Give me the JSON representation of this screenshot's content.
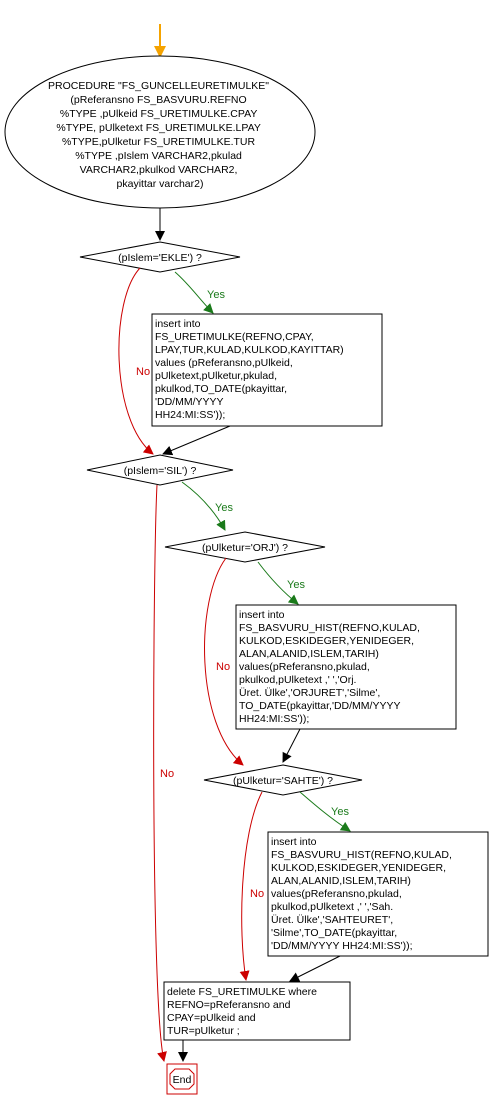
{
  "procedure": {
    "lines": [
      "PROCEDURE  \"FS_GUNCELLEURETIMULKE\"",
      "(pReferansno FS_BASVURU.REFNO",
      "%TYPE ,pUlkeid FS_URETIMULKE.CPAY",
      "%TYPE, pUlketext FS_URETIMULKE.LPAY",
      "%TYPE,pUlketur FS_URETIMULKE.TUR",
      "%TYPE ,pIslem VARCHAR2,pkulad",
      "VARCHAR2,pkulkod VARCHAR2,",
      "pkayittar  varchar2)"
    ]
  },
  "decisions": {
    "ekle": "(pIslem='EKLE') ?",
    "sil": "(pIslem='SIL') ?",
    "orj": "(pUlketur='ORJ') ?",
    "sahte": "(pUlketur='SAHTE') ?"
  },
  "labels": {
    "yes": "Yes",
    "no": "No"
  },
  "boxes": {
    "insert_uretim": [
      "insert into",
      "FS_URETIMULKE(REFNO,CPAY,",
      "LPAY,TUR,KULAD,KULKOD,KAYITTAR)",
      "values (pReferansno,pUlkeid,",
      "pUlketext,pUlketur,pkulad,",
      "pkulkod,TO_DATE(pkayittar,",
      "'DD/MM/YYYY",
      "HH24:MI:SS'));"
    ],
    "insert_hist_orj": [
      "insert into",
      "FS_BASVURU_HIST(REFNO,KULAD,",
      "KULKOD,ESKIDEGER,YENIDEGER,",
      "ALAN,ALANID,ISLEM,TARIH)",
      "values(pReferansno,pkulad,",
      "pkulkod,pUlketext ,' ','Orj.",
      "Üret. Ülke','ORJURET','Silme',",
      "TO_DATE(pkayittar,'DD/MM/YYYY",
      "HH24:MI:SS'));"
    ],
    "insert_hist_sahte": [
      "insert into",
      "FS_BASVURU_HIST(REFNO,KULAD,",
      "KULKOD,ESKIDEGER,YENIDEGER,",
      "ALAN,ALANID,ISLEM,TARIH)",
      "values(pReferansno,pkulad,",
      "pkulkod,pUlketext ,' ','Sah.",
      "Üret. Ülke','SAHTEURET',",
      "'Silme',TO_DATE(pkayittar,",
      "'DD/MM/YYYY HH24:MI:SS'));"
    ],
    "delete": [
      "delete FS_URETIMULKE where",
      "REFNO=pReferansno and",
      "CPAY=pUlkeid and",
      "TUR=pUlketur ;"
    ]
  },
  "end_label": "End",
  "colors": {
    "line": "#000000",
    "yes": "#1a7a1a",
    "no": "#cc0000",
    "start_arrow": "#f5a300",
    "end_icon": "#cc0000"
  }
}
